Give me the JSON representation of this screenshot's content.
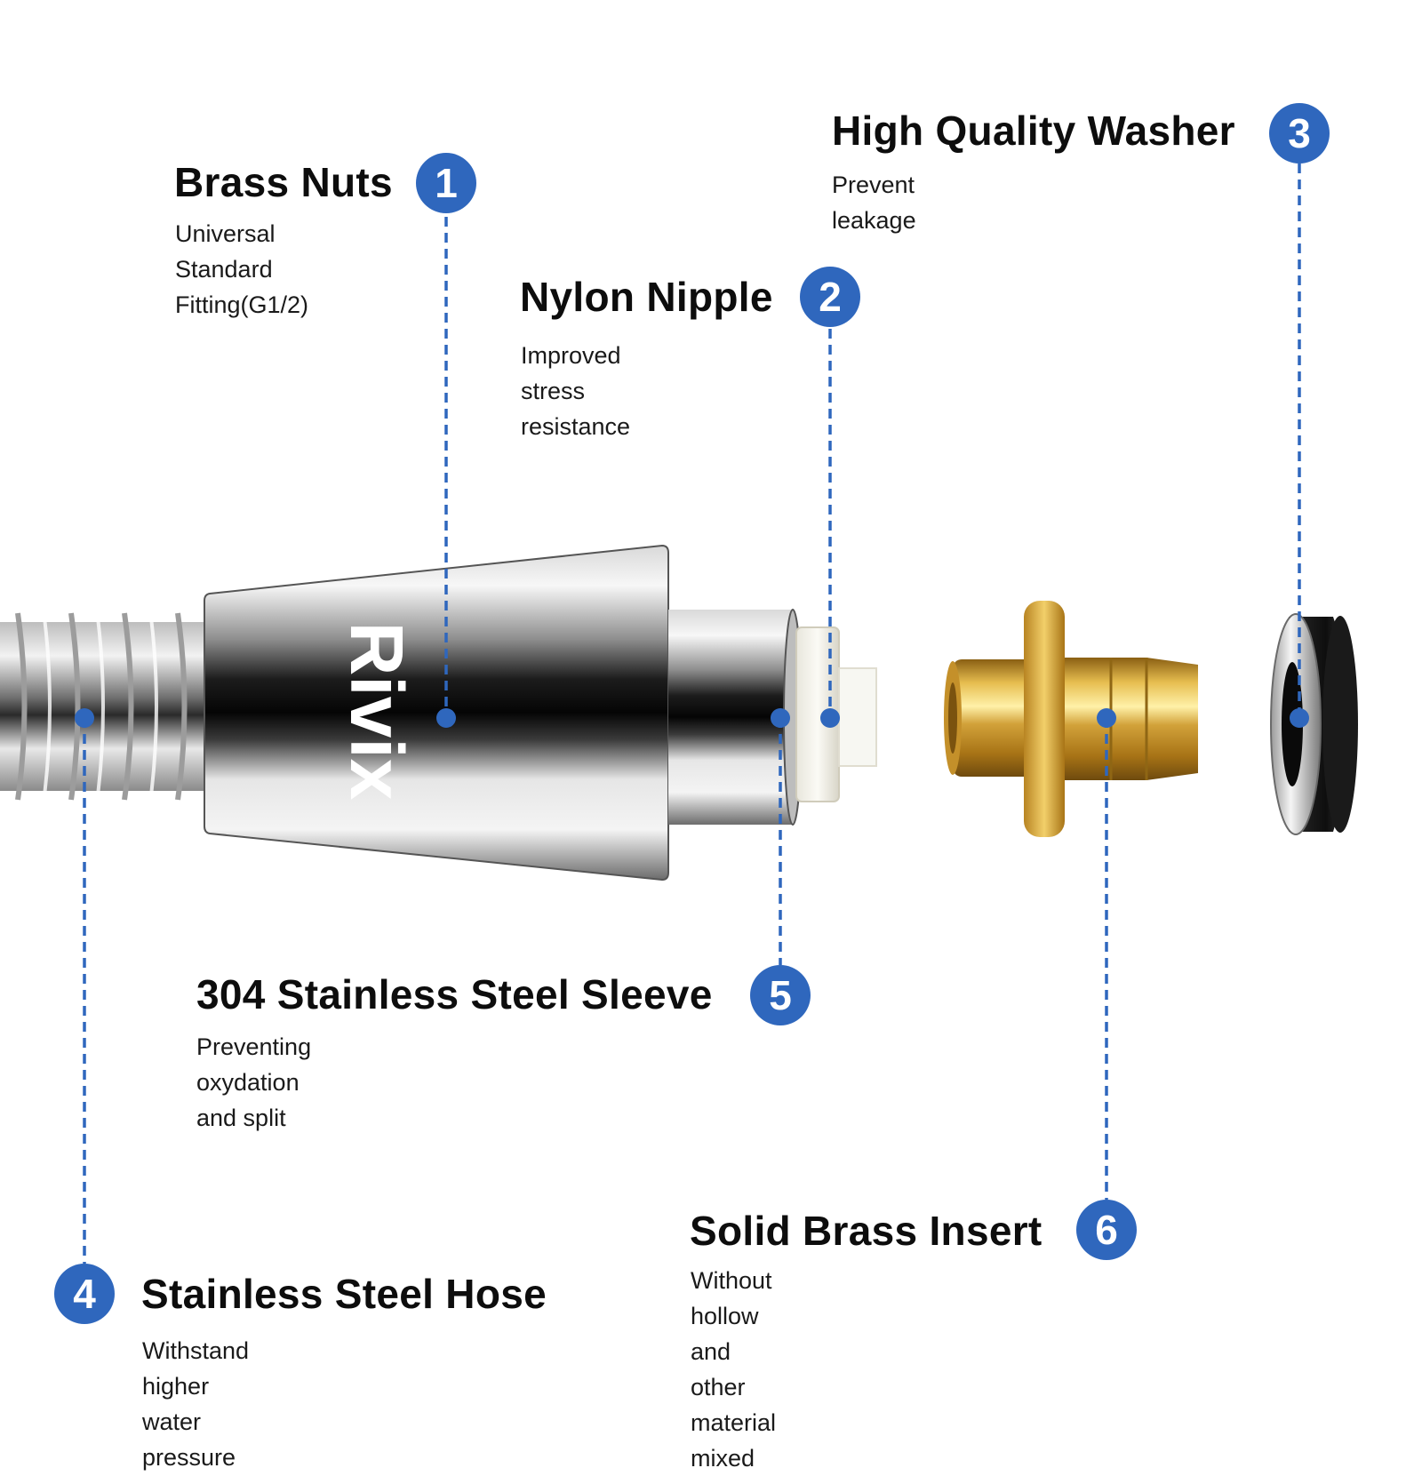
{
  "brand_mark": "Rivix",
  "colors": {
    "accent_blue": "#2f67bd",
    "chrome_dark": "#1a1a1a",
    "brass": "#c99a2c",
    "washer_black": "#1b1b1b"
  },
  "callouts": [
    {
      "number": "1",
      "title": "Brass Nuts",
      "desc_lines": [
        "Universal Standard",
        "Fitting(G1/2)"
      ]
    },
    {
      "number": "2",
      "title": "Nylon Nipple",
      "desc_lines": [
        "Improved stress",
        "resistance"
      ]
    },
    {
      "number": "3",
      "title": "High Quality Washer",
      "desc_lines": [
        "Prevent leakage"
      ]
    },
    {
      "number": "4",
      "title": "Stainless Steel Hose",
      "desc_lines": [
        "Withstand higher water pressure"
      ]
    },
    {
      "number": "5",
      "title": "304 Stainless Steel Sleeve",
      "desc_lines": [
        "Preventing oxydation and split"
      ]
    },
    {
      "number": "6",
      "title": "Solid Brass Insert",
      "desc_lines": [
        "Without hollow and other",
        "material mixed"
      ]
    }
  ]
}
